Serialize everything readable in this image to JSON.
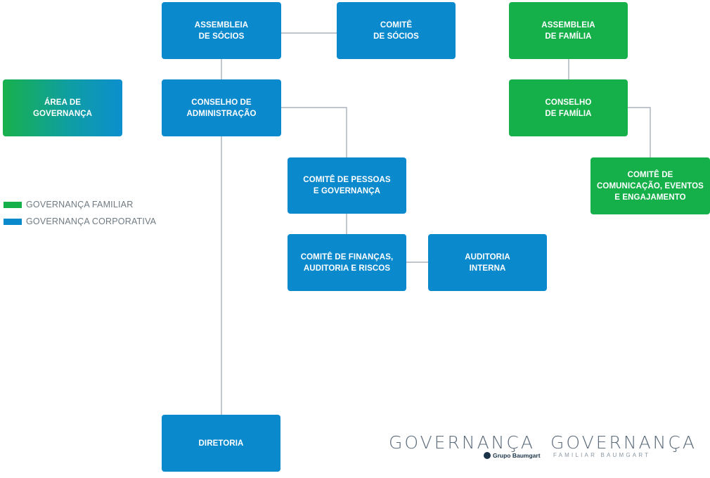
{
  "nodes": {
    "assembleia_socios": "ASSEMBLEIA\nDE SÓCIOS",
    "comite_socios": "COMITÊ\nDE SÓCIOS",
    "assembleia_familia": "ASSEMBLEIA\nDE FAMÍLIA",
    "area_governanca": "ÁREA DE\nGOVERNANÇA",
    "conselho_administracao": "CONSELHO DE\nADMINISTRAÇÃO",
    "conselho_familia": "CONSELHO\nDE FAMÍLIA",
    "comite_pessoas": "COMITÊ DE PESSOAS\nE GOVERNANÇA",
    "comite_comunicacao": "COMITÊ DE\nCOMUNICAÇÃO, EVENTOS\nE ENGAJAMENTO",
    "comite_financas": "COMITÊ DE FINANÇAS,\nAUDITORIA E RISCOS",
    "auditoria_interna": "AUDITORIA\nINTERNA",
    "diretoria": "DIRETORIA"
  },
  "legend": {
    "familiar": "GOVERNANÇA FAMILIAR",
    "corporativa": "GOVERNANÇA CORPORATIVA"
  },
  "logos": {
    "corporate_word": "GOVERNANÇA",
    "corporate_sub": "Grupo Baumgart",
    "family_word": "GOVERNANÇA",
    "family_sub": "FAMILIAR BAUMGART"
  },
  "colors": {
    "corporate": "#0b89cd",
    "family": "#16b04b",
    "connector": "#9aa5ad"
  }
}
